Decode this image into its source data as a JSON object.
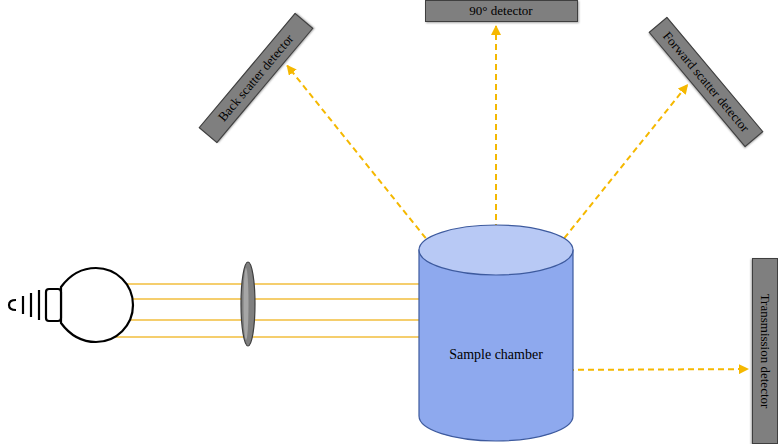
{
  "diagram": {
    "nodes": [
      {
        "text": [
          "Back scatter detector"
        ]
      },
      {
        "text": [
          "90° detector"
        ]
      },
      {
        "text": [
          "Forward scatter detector"
        ]
      },
      {
        "text": [
          "Sample chamber"
        ]
      },
      {
        "text": [
          "Transmission detector"
        ]
      }
    ],
    "edges": [
      {
        "from": 3,
        "to": 0,
        "arrow": "to"
      },
      {
        "from": 3,
        "to": 1,
        "arrow": "to"
      },
      {
        "from": 3,
        "to": 2,
        "arrow": "to"
      },
      {
        "from": 3,
        "to": 4,
        "arrow": "to"
      }
    ]
  }
}
